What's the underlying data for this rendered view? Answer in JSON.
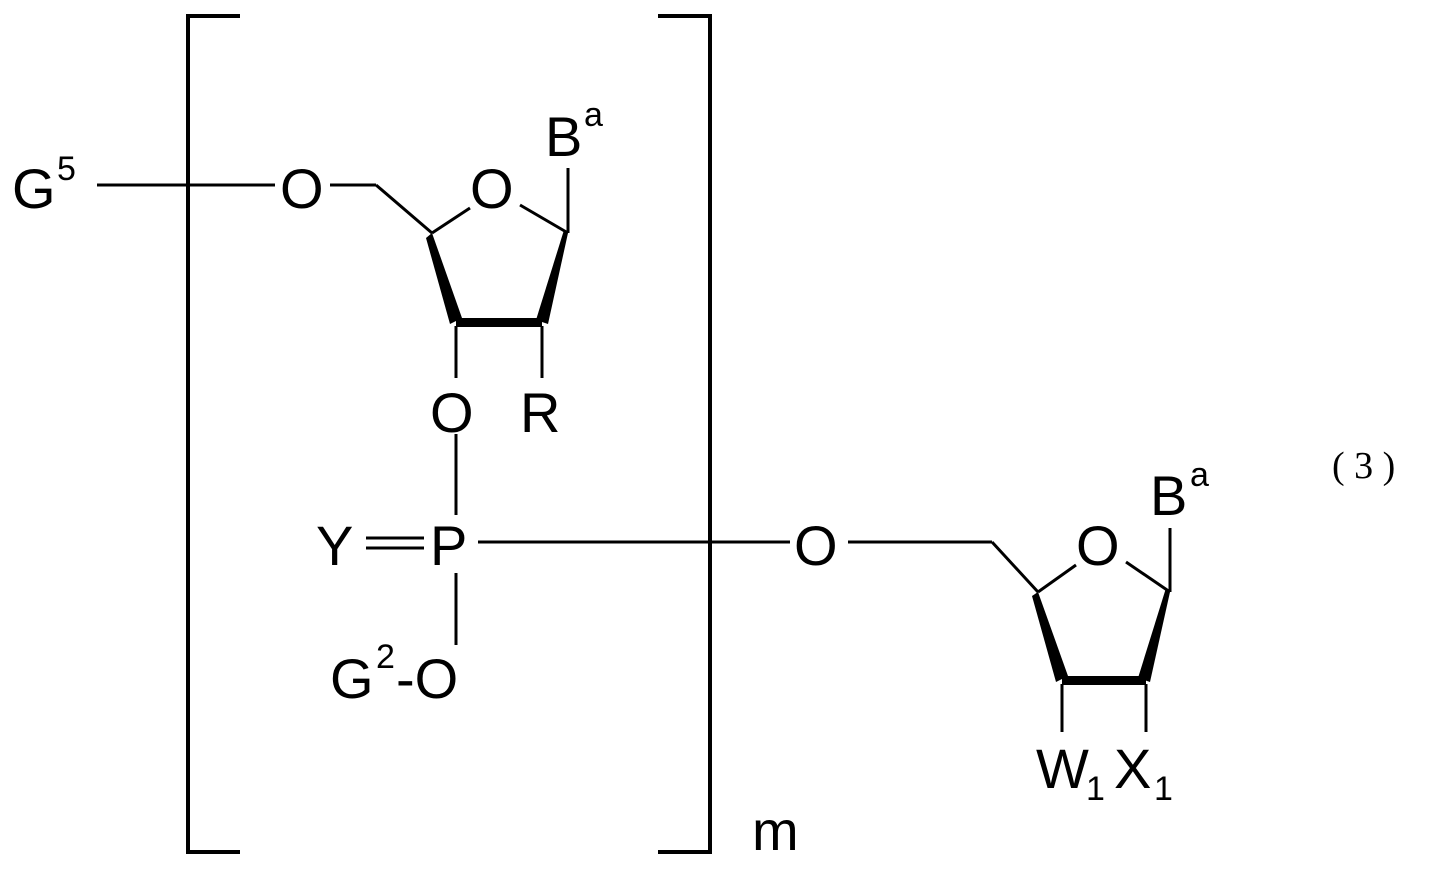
{
  "formula": {
    "equation_number": "( 3 )",
    "repeat_index": "m",
    "atoms": {
      "g5_base": "G",
      "g5_sup": "5",
      "o_5prime": "O",
      "o_ring1": "O",
      "base1": "B",
      "base1_sup": "a",
      "r_group": "R",
      "o_3prime": "O",
      "y_atom": "Y",
      "p_atom": "P",
      "g2_base": "G",
      "g2_sup": "2",
      "g2_o": "-O",
      "o_link": "O",
      "o_ring2": "O",
      "base2": "B",
      "base2_sup": "a",
      "w_base": "W",
      "w_sub": "1",
      "x_base": "X",
      "x_sub": "1"
    }
  }
}
